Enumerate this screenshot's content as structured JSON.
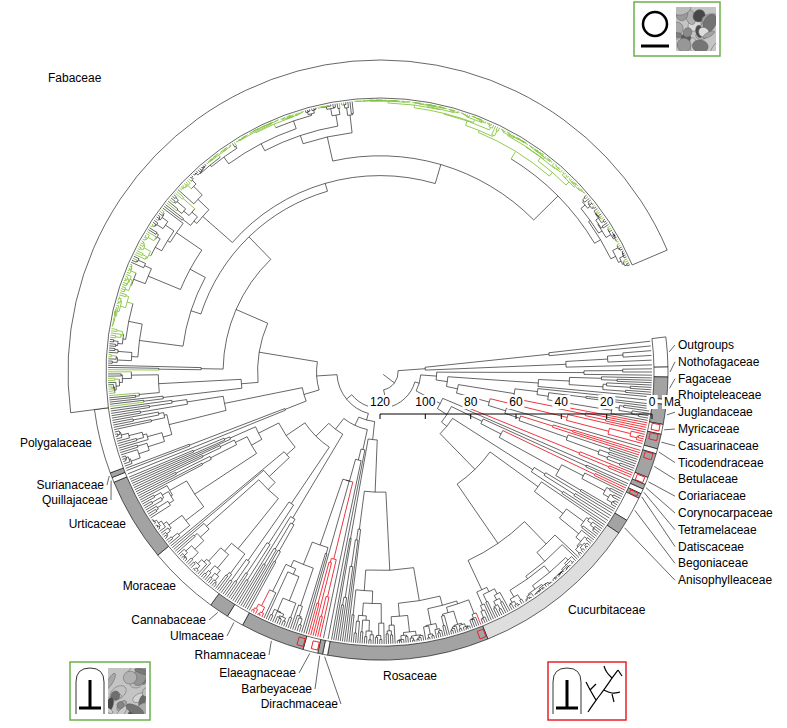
{
  "diagram": {
    "labels": [
      "Fabaceae",
      "120",
      "100",
      "80",
      "60",
      "40",
      "20",
      "0",
      "Ma",
      "Outgroups",
      "Nothofagaceae",
      "Fagaceae",
      "Rhoipteleaceae",
      "Juglandaceae",
      "Myricaceae",
      "Casuarinaceae",
      "Ticodendraceae",
      "Betulaceae",
      "Coriariaceae",
      "Corynocarpaceae",
      "Tetramelaceae",
      "Datiscaceae",
      "Begoniaceae",
      "Anisophylleaceae",
      "Cucurbitaceae",
      "Rosaceae",
      "Dirachmaceae",
      "Barbeyaceae",
      "Elaeagnaceae",
      "Rhamnaceae",
      "Ulmaceae",
      "Cannabaceae",
      "Moraceae",
      "Urticaceae",
      "Quillajaceae",
      "Surianaceae",
      "Polygalaceae"
    ]
  }
}
